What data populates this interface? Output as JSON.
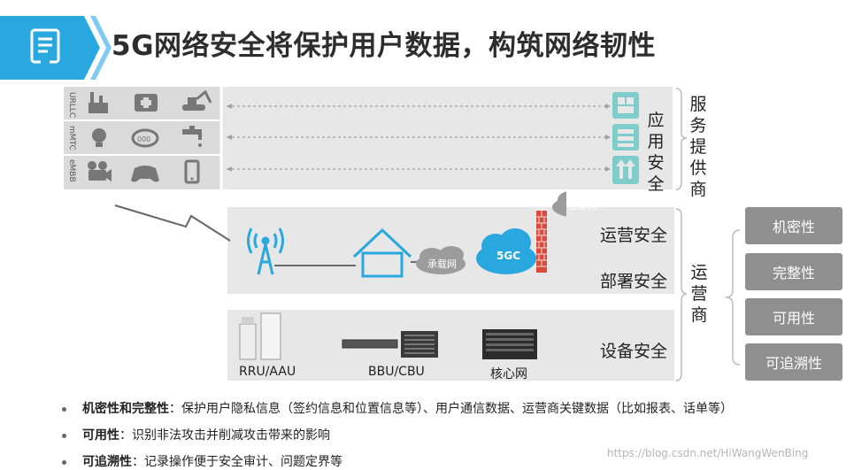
{
  "header": {
    "title": "5G网络安全将保护用户数据，构筑网络韧性",
    "accent_color": "#29a8e0",
    "icon": "document-icon"
  },
  "service_panel": {
    "rows": [
      {
        "label": "URLLC",
        "icons": [
          "factory-icon",
          "ambulance-icon",
          "excavator-icon"
        ]
      },
      {
        "label": "mMTC",
        "icons": [
          "lightbulb-icon",
          "meter-icon",
          "water-tap-icon"
        ]
      },
      {
        "label": "eMBB",
        "icons": [
          "video-camera-icon",
          "gamepad-icon",
          "smartphone-icon"
        ]
      }
    ],
    "security_label": "应用安全",
    "bracket_label": "服务提供商"
  },
  "ops_panel": {
    "cloud_bearer": "承载网",
    "cloud_core": "5GC",
    "cloud_internet": "互联网",
    "label_ops": "运营安全",
    "label_deploy": "部署安全"
  },
  "device_panel": {
    "devices": [
      "RRU/AAU",
      "BBU/CBU",
      "核心网"
    ],
    "label": "设备安全"
  },
  "operator_label": "运营商",
  "properties": [
    "机密性",
    "完整性",
    "可用性",
    "可追溯性"
  ],
  "bullets": [
    {
      "term": "机密性和完整性",
      "text": "：保护用户隐私信息（签约信息和位置信息等）、用户通信数据、运营商关键数据（比如报表、话单等）"
    },
    {
      "term": "可用性",
      "text": "：识别非法攻击并削减攻击带来的影响"
    },
    {
      "term": "可追溯性",
      "text": "：记录操作便于安全审计、问题定界等"
    }
  ],
  "watermark": "https://blog.csdn.net/HiWangWenBing"
}
